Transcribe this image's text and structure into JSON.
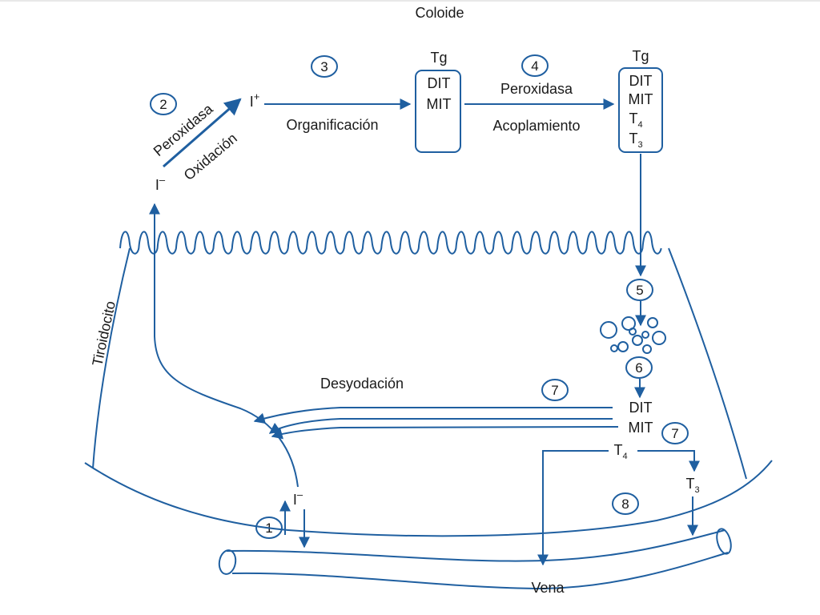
{
  "labels": {
    "colloid": "Coloide",
    "tg_left": "Tg",
    "tg_right": "Tg",
    "dit_a": "DIT",
    "mit_a": "MIT",
    "dit_b": "DIT",
    "mit_b": "MIT",
    "t4_main": "T",
    "t4_sub": "4",
    "t3_main": "T",
    "t3_sub": "3",
    "peroxidasa_top": "Peroxidasa",
    "acoplamiento": "Acoplamiento",
    "organificacion": "Organificación",
    "peroxidasa_diag": "Peroxidasa",
    "oxidacion": "Oxidación",
    "iodide_top": "I",
    "iodide_top_sup": "–",
    "iodine_plus": "I",
    "iodine_plus_sup": "+",
    "tiroidocito": "Tiroidocito",
    "desyodacion": "Desyodación",
    "dit_c": "DIT",
    "mit_c": "MIT",
    "t4_low_main": "T",
    "t4_low_sub": "4",
    "t3_low_main": "T",
    "t3_low_sub": "3",
    "iodide_low": "I",
    "iodide_low_sup": "–",
    "vena": "Vena"
  },
  "steps": {
    "s1": "1",
    "s2": "2",
    "s3": "3",
    "s4": "4",
    "s5": "5",
    "s6": "6",
    "s7a": "7",
    "s7b": "7",
    "s8": "8"
  },
  "colors": {
    "line": "#1f5fa0",
    "text": "#1a1a1a",
    "background": "#ffffff"
  }
}
